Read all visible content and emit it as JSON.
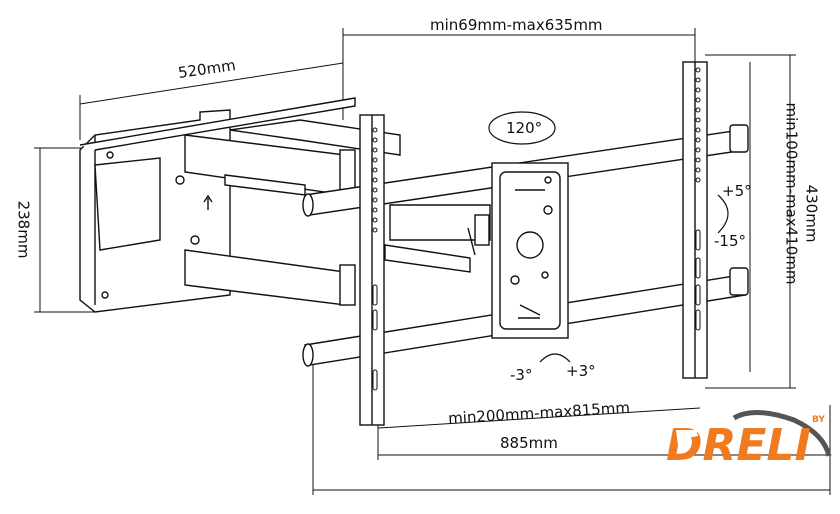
{
  "dimensions": {
    "top_width": "min69mm-max635mm",
    "arm_depth": "520mm",
    "plate_height": "238mm",
    "overall_height": "430mm",
    "vesa_vertical": "min100mm-max410mm",
    "vesa_horizontal": "min200mm-max815mm",
    "overall_width": "885mm"
  },
  "angles": {
    "swivel": "120°",
    "tilt_up": "+5°",
    "tilt_down": "-15°",
    "level_minus": "-3°",
    "level_plus": "+3°"
  },
  "logo": {
    "brand": "DRELI",
    "by": "BY",
    "color": "#f07a1f",
    "swoosh_color": "#555555"
  }
}
